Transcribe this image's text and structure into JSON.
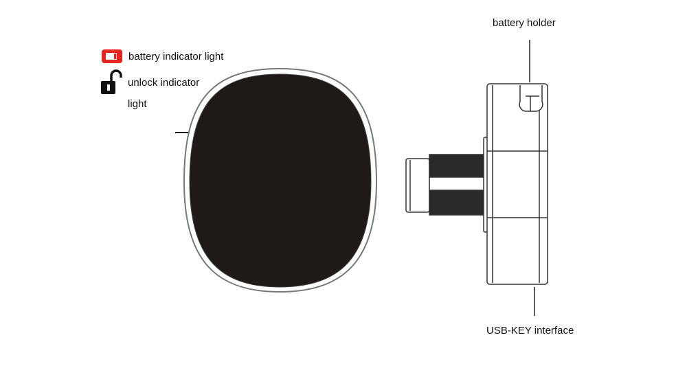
{
  "legend": {
    "battery_label": "battery indicator light",
    "unlock_label_line1": "unlock indicator",
    "unlock_label_line2": "light"
  },
  "callouts": {
    "top": "battery holder",
    "bottom": "USB-KEY interface"
  },
  "colors": {
    "battery_icon": "#e8261f",
    "lock_face": "#1e1a19"
  }
}
